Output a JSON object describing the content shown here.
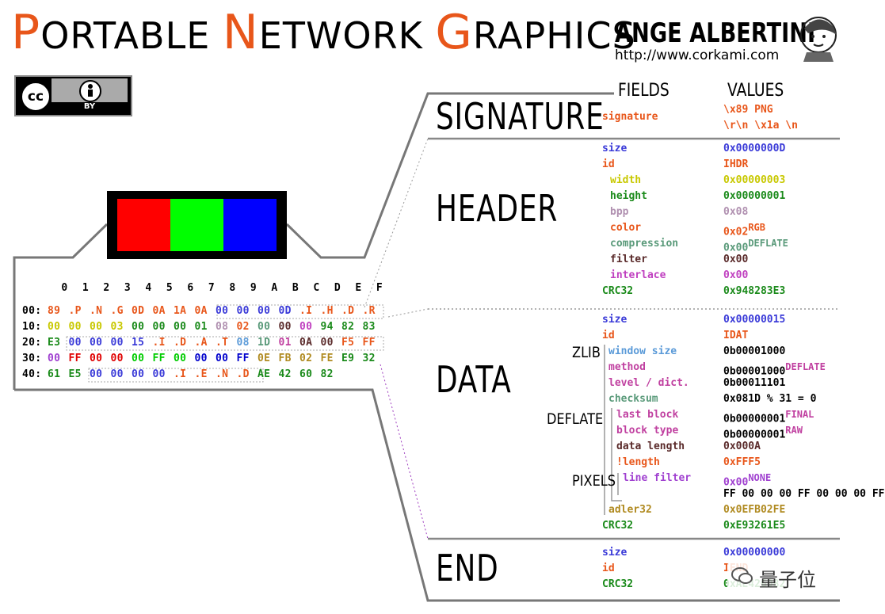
{
  "title": {
    "p": "P",
    "ortable": "ORTABLE",
    "n": "N",
    "etwork": "ETWORK",
    "g": "G",
    "raphics": "RAPHICS"
  },
  "author": {
    "name": "ANGE ALBERTINI",
    "url": "http://www.corkami.com"
  },
  "license": {
    "cc": "cc",
    "by": "BY"
  },
  "columns": {
    "fields": "FIELDS",
    "values": "VALUES"
  },
  "sections": {
    "signature": "SIGNATURE",
    "header": "HEADER",
    "data": "DATA",
    "end": "END"
  },
  "groups": {
    "zlib": "ZLIB",
    "deflate": "DEFLATE",
    "pixels": "PIXELS"
  },
  "image_pixels": [
    "#ff0000",
    "#00ff00",
    "#0000ff"
  ],
  "hex_header": [
    "0",
    "1",
    "2",
    "3",
    "4",
    "5",
    "6",
    "7",
    "8",
    "9",
    "A",
    "B",
    "C",
    "D",
    "E",
    "F"
  ],
  "hex_rows": [
    {
      "offset": "00:",
      "cells": [
        [
          "89",
          "#e8561a"
        ],
        [
          ".P",
          "#e8561a"
        ],
        [
          ".N",
          "#e8561a"
        ],
        [
          ".G",
          "#e8561a"
        ],
        [
          "0D",
          "#e8561a"
        ],
        [
          "0A",
          "#e8561a"
        ],
        [
          "1A",
          "#e8561a"
        ],
        [
          "0A",
          "#e8561a"
        ],
        [
          "00",
          "#3a3ad8"
        ],
        [
          "00",
          "#3a3ad8"
        ],
        [
          "00",
          "#3a3ad8"
        ],
        [
          "0D",
          "#3a3ad8"
        ],
        [
          ".I",
          "#e8561a"
        ],
        [
          ".H",
          "#e8561a"
        ],
        [
          ".D",
          "#e8561a"
        ],
        [
          ".R",
          "#e8561a"
        ]
      ]
    },
    {
      "offset": "10:",
      "cells": [
        [
          "00",
          "#c8c800"
        ],
        [
          "00",
          "#c8c800"
        ],
        [
          "00",
          "#c8c800"
        ],
        [
          "03",
          "#c8c800"
        ],
        [
          "00",
          "#1a8a1a"
        ],
        [
          "00",
          "#1a8a1a"
        ],
        [
          "00",
          "#1a8a1a"
        ],
        [
          "01",
          "#1a8a1a"
        ],
        [
          "08",
          "#b090b0"
        ],
        [
          "02",
          "#e8561a"
        ],
        [
          "00",
          "#5a9a7a"
        ],
        [
          "00",
          "#5a2a2a"
        ],
        [
          "00",
          "#c040c0"
        ],
        [
          "94",
          "#1a8a1a"
        ],
        [
          "82",
          "#1a8a1a"
        ],
        [
          "83",
          "#1a8a1a"
        ]
      ]
    },
    {
      "offset": "20:",
      "cells": [
        [
          "E3",
          "#1a8a1a"
        ],
        [
          "00",
          "#3a3ad8"
        ],
        [
          "00",
          "#3a3ad8"
        ],
        [
          "00",
          "#3a3ad8"
        ],
        [
          "15",
          "#3a3ad8"
        ],
        [
          ".I",
          "#e8561a"
        ],
        [
          ".D",
          "#e8561a"
        ],
        [
          ".A",
          "#e8561a"
        ],
        [
          ".T",
          "#e8561a"
        ],
        [
          "08",
          "#5a9ad8"
        ],
        [
          "1D",
          "#5a9a7a"
        ],
        [
          "01",
          "#c040a0"
        ],
        [
          "0A",
          "#5a2a2a"
        ],
        [
          "00",
          "#5a2a2a"
        ],
        [
          "F5",
          "#e8561a"
        ],
        [
          "FF",
          "#e8561a"
        ]
      ]
    },
    {
      "offset": "30:",
      "cells": [
        [
          "00",
          "#a040d0"
        ],
        [
          "FF",
          "#e00000"
        ],
        [
          "00",
          "#e00000"
        ],
        [
          "00",
          "#e00000"
        ],
        [
          "00",
          "#00cc00"
        ],
        [
          "FF",
          "#00cc00"
        ],
        [
          "00",
          "#00cc00"
        ],
        [
          "00",
          "#0000cc"
        ],
        [
          "00",
          "#0000cc"
        ],
        [
          "FF",
          "#0000cc"
        ],
        [
          "0E",
          "#b08a20"
        ],
        [
          "FB",
          "#b08a20"
        ],
        [
          "02",
          "#b08a20"
        ],
        [
          "FE",
          "#b08a20"
        ],
        [
          "E9",
          "#1a8a1a"
        ],
        [
          "32",
          "#1a8a1a"
        ]
      ]
    },
    {
      "offset": "40:",
      "cells": [
        [
          "61",
          "#1a8a1a"
        ],
        [
          "E5",
          "#1a8a1a"
        ],
        [
          "00",
          "#3a3ad8"
        ],
        [
          "00",
          "#3a3ad8"
        ],
        [
          "00",
          "#3a3ad8"
        ],
        [
          "00",
          "#3a3ad8"
        ],
        [
          ".I",
          "#e8561a"
        ],
        [
          ".E",
          "#e8561a"
        ],
        [
          ".N",
          "#e8561a"
        ],
        [
          ".D",
          "#e8561a"
        ],
        [
          "AE",
          "#1a8a1a"
        ],
        [
          "42",
          "#1a8a1a"
        ],
        [
          "60",
          "#1a8a1a"
        ],
        [
          "82",
          "#1a8a1a"
        ]
      ]
    }
  ],
  "signature": {
    "field": "signature",
    "value1": "\\x89 PNG",
    "value2": "\\r\\n \\x1a \\n"
  },
  "header_fields": [
    {
      "field": "size",
      "value": "0x0000000D",
      "fcolor": "#3a3ad8",
      "vcolor": "#3a3ad8"
    },
    {
      "field": "id",
      "value": "IHDR",
      "fcolor": "#e8561a",
      "vcolor": "#e8561a"
    },
    {
      "field": "width",
      "value": "0x00000003",
      "fcolor": "#c8c800",
      "vcolor": "#c8c800"
    },
    {
      "field": "height",
      "value": "0x00000001",
      "fcolor": "#1a8a1a",
      "vcolor": "#1a8a1a"
    },
    {
      "field": "bpp",
      "value": "0x08",
      "fcolor": "#b090b0",
      "vcolor": "#b090b0"
    },
    {
      "field": "color",
      "value": "0x02",
      "sup": "RGB",
      "fcolor": "#e8561a",
      "vcolor": "#e8561a"
    },
    {
      "field": "compression",
      "value": "0x00",
      "sup": "DEFLATE",
      "fcolor": "#5a9a7a",
      "vcolor": "#5a9a7a"
    },
    {
      "field": "filter",
      "value": "0x00",
      "fcolor": "#5a2a2a",
      "vcolor": "#5a2a2a"
    },
    {
      "field": "interlace",
      "value": "0x00",
      "fcolor": "#c040c0",
      "vcolor": "#c040c0"
    },
    {
      "field": "CRC32",
      "value": "0x948283E3",
      "fcolor": "#1a8a1a",
      "vcolor": "#1a8a1a"
    }
  ],
  "data_fields": [
    {
      "field": "size",
      "value": "0x00000015",
      "fcolor": "#3a3ad8",
      "vcolor": "#3a3ad8"
    },
    {
      "field": "id",
      "value": "IDAT",
      "fcolor": "#e8561a",
      "vcolor": "#e8561a"
    },
    {
      "field": "window size",
      "value": "0b00001000",
      "fcolor": "#5a9ad8",
      "vcolor": "#000"
    },
    {
      "field": "method",
      "value": "0b00001000",
      "sup": "DEFLATE",
      "fcolor": "#c040a0",
      "vcolor": "#000"
    },
    {
      "field": "level / dict.",
      "value": "0b00011101",
      "fcolor": "#c040a0",
      "vcolor": "#000"
    },
    {
      "field": "checksum",
      "value": "0x081D % 31 = 0",
      "fcolor": "#5a9a7a",
      "vcolor": "#000"
    },
    {
      "field": "last block",
      "value": "0b00000001",
      "sup": "FINAL",
      "fcolor": "#c040a0",
      "vcolor": "#000"
    },
    {
      "field": "block type",
      "value": "0b00000001",
      "sup": "RAW",
      "fcolor": "#c040a0",
      "vcolor": "#000"
    },
    {
      "field": "data length",
      "value": "0x000A",
      "fcolor": "#5a2a2a",
      "vcolor": "#5a2a2a"
    },
    {
      "field": "!length",
      "value": "0xFFF5",
      "fcolor": "#e8561a",
      "vcolor": "#e8561a"
    },
    {
      "field": "line filter",
      "value": "0x00",
      "sup": "NONE",
      "fcolor": "#a040d0",
      "vcolor": "#a040d0"
    },
    {
      "field": "",
      "value": "FF 00 00 00 FF 00 00 00 FF",
      "fcolor": "#000",
      "vcolor": "#000"
    },
    {
      "field": "adler32",
      "value": "0x0EFB02FE",
      "fcolor": "#b08a20",
      "vcolor": "#b08a20"
    },
    {
      "field": "CRC32",
      "value": "0xE93261E5",
      "fcolor": "#1a8a1a",
      "vcolor": "#1a8a1a"
    }
  ],
  "end_fields": [
    {
      "field": "size",
      "value": "0x00000000",
      "fcolor": "#3a3ad8",
      "vcolor": "#3a3ad8"
    },
    {
      "field": "id",
      "value": "IEND",
      "fcolor": "#e8561a",
      "vcolor": "#e8561a"
    },
    {
      "field": "CRC32",
      "value": "0xAE426082",
      "fcolor": "#1a8a1a",
      "vcolor": "#1a8a1a"
    }
  ],
  "watermark": "量子位"
}
